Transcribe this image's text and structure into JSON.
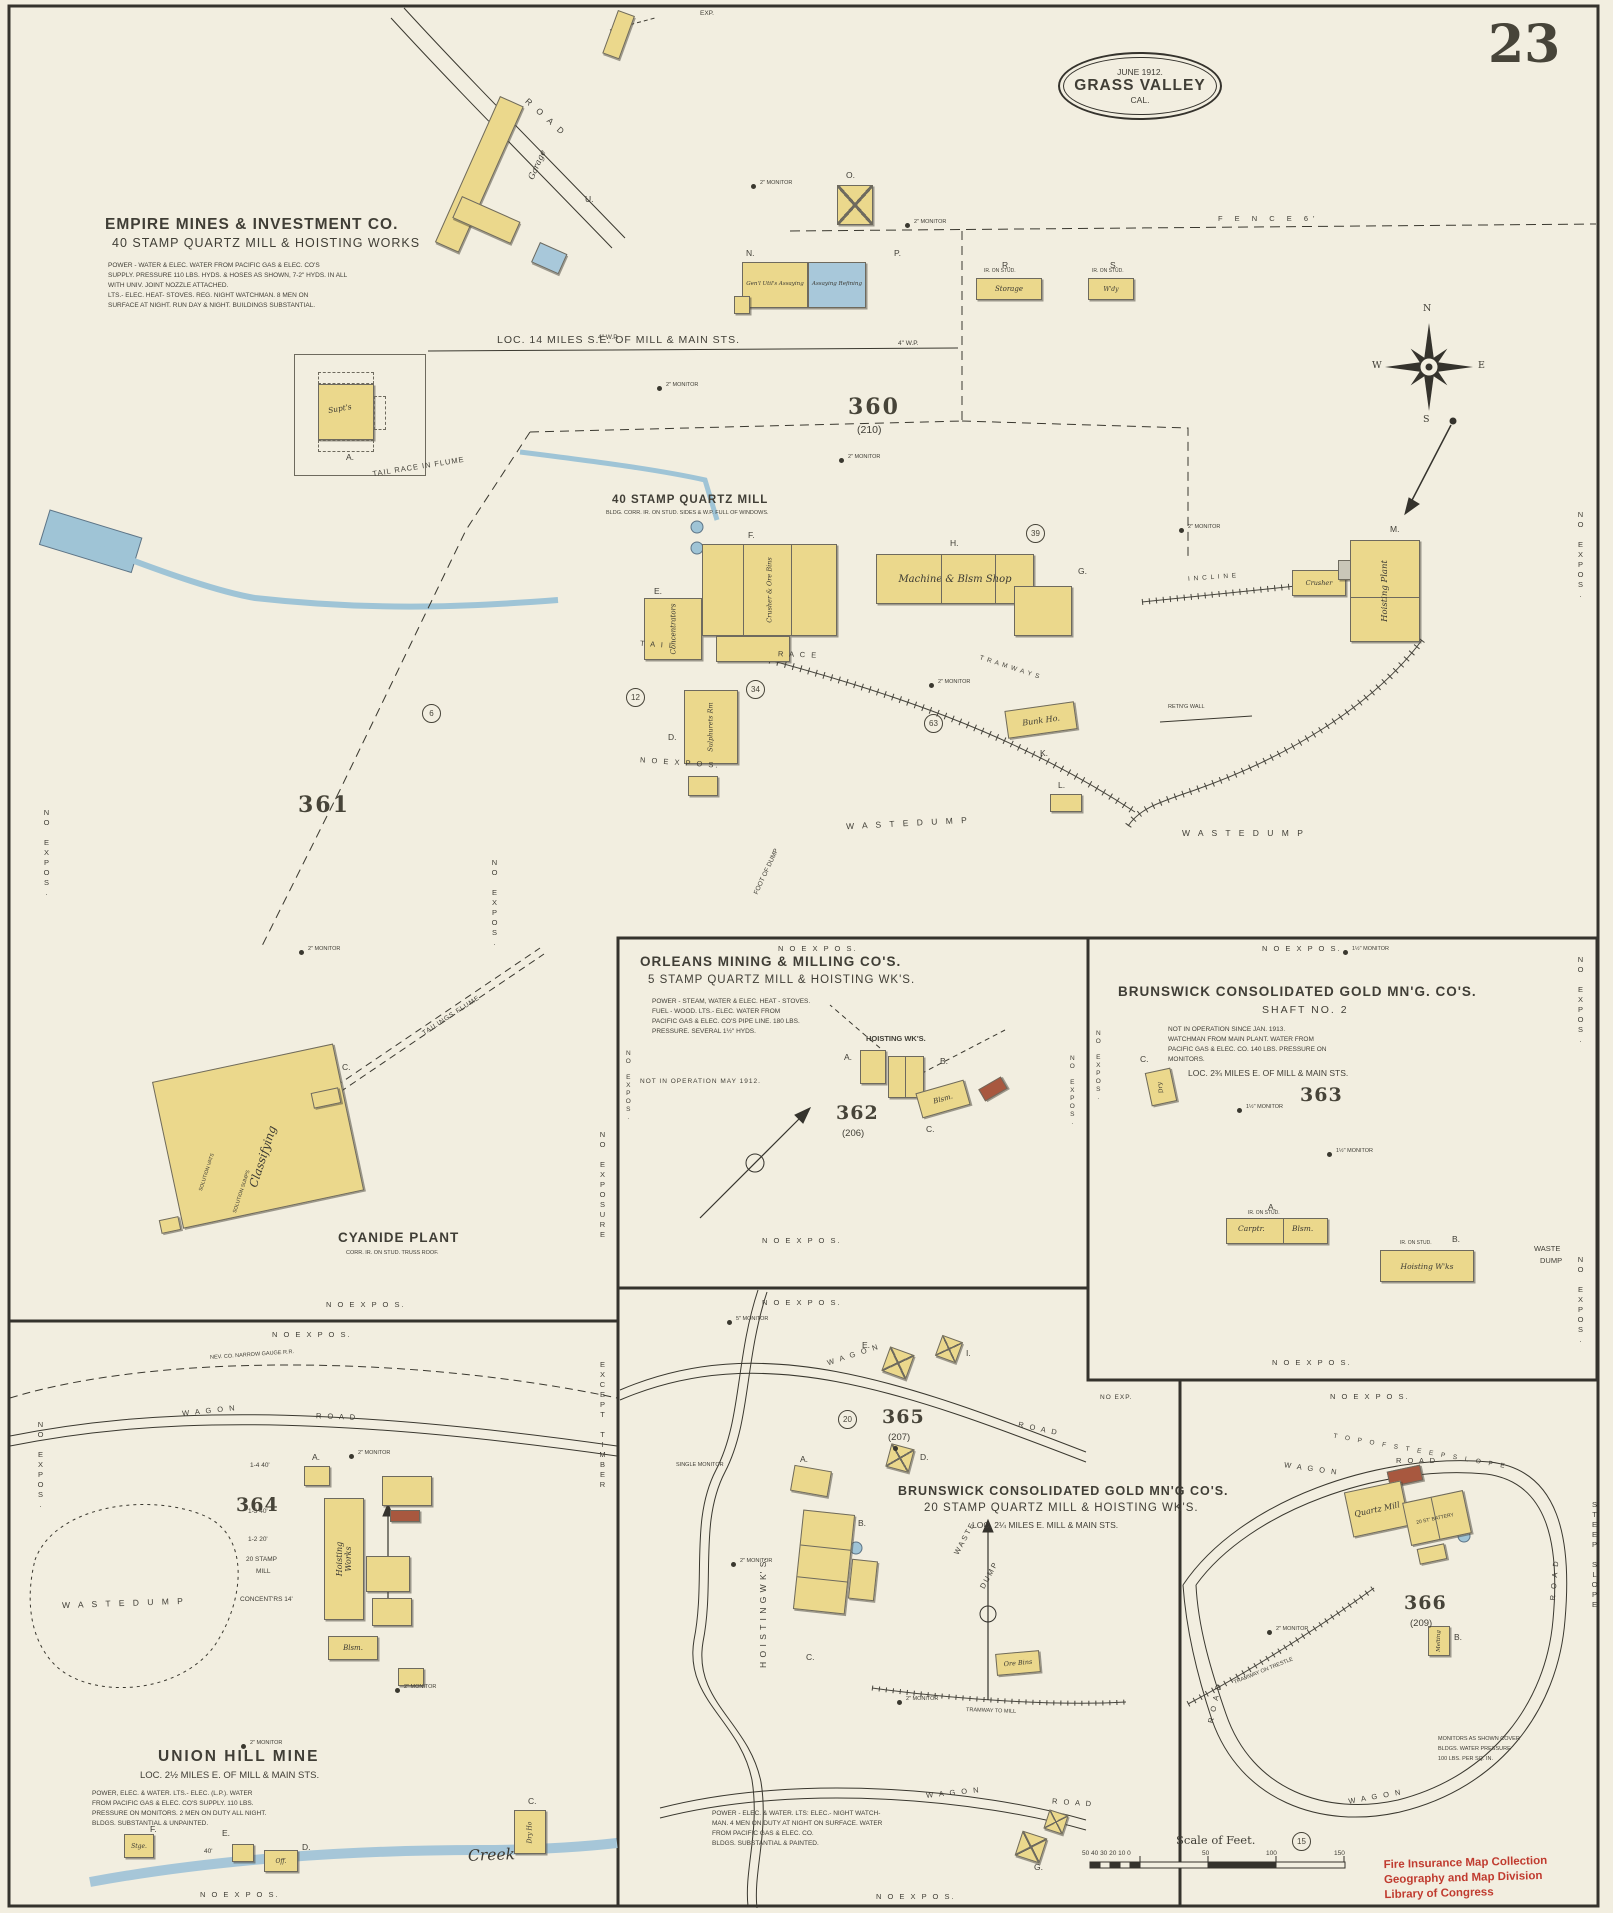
{
  "page": {
    "sheet_number": "23",
    "badge_date": "JUNE 1912.",
    "badge_city": "GRASS VALLEY",
    "badge_state": "CAL."
  },
  "compass": {
    "n": "N",
    "e": "E",
    "s": "S",
    "w": "W"
  },
  "stamp": {
    "line1": "Fire Insurance Map Collection",
    "line2": "Geography and Map Division",
    "line3": "Library of Congress"
  },
  "scale": {
    "title": "Scale of Feet.",
    "fine": "50 40 30 20 10 0",
    "t50": "50",
    "t100": "100",
    "t150": "150"
  },
  "common": {
    "no_expos": "N O   E X P O S.",
    "no_expos_plain": "NO EXPOS.",
    "no_exp": "NO EXP.",
    "no_exposure_plain": "NO EXPOSURE",
    "except_timber_plain": "EXCEPT TIMBER",
    "steep_slope_plain": "STEEP SLOPE",
    "waste_dump": "W A S T E   D U M P",
    "waste_sm": "WASTE",
    "dump_sm": "DUMP",
    "wagon": "W A G O N",
    "road": "R O A D",
    "creek": "Creek",
    "fence": "F E N C E   6'",
    "monitor2": "2\" MONITOR",
    "monitor15": "1½\" MONITOR",
    "monitor5": "5\" MONITOR",
    "single_monitor": "SINGLE MONITOR",
    "iron_stud": "IR. ON STUD.",
    "exp": "EXP.",
    "rr": "NEV. CO. NARROW GAUGE R.R.",
    "tramway_to_mill": "TRAMWAY TO MILL"
  },
  "empire": {
    "title": "EMPIRE MINES & INVESTMENT CO.",
    "subtitle": "40 STAMP QUARTZ MILL & HOISTING WORKS",
    "notes": [
      "POWER - WATER & ELEC. WATER FROM PACIFIC GAS & ELEC. CO'S",
      "SUPPLY. PRESSURE 110 LBS. HYDS. & HOSES AS SHOWN, 7-2\" HYDS. IN ALL",
      "WITH UNIV. JOINT NOZZLE ATTACHED.",
      "LTS.- ELEC.  HEAT- STOVES.  REG. NIGHT WATCHMAN. 8 MEN ON",
      "SURFACE AT NIGHT. RUN DAY & NIGHT. BUILDINGS SUBSTANTIAL."
    ],
    "location": "LOC. 14 MILES S.E. OF MILL & MAIN STS.",
    "num_360": "360",
    "num_360_sub": "(210)",
    "num_361": "361",
    "mill_heading": "40 STAMP QUARTZ MILL",
    "mill_subheading": "BLDG. CORR. IR. ON STUD. SIDES & W.P. FULL OF WINDOWS.",
    "bldg": {
      "garage": "Garage",
      "storage": "Storage",
      "wdy": "W'dy",
      "genl_utils": "Gen'l Util's Assaying",
      "assaying": "Assaying Refining",
      "machine_shop": "Machine & Blsm Shop",
      "hoisting_plant": "Hoisting Plant",
      "crusher": "Crusher",
      "concentrators": "Concentrators",
      "sulphurets": "Sulphurets Rm",
      "bunk_ho": "Bunk Ho.",
      "supts": "Supt's",
      "ore_bins": "Crusher & Ore Bins"
    },
    "letters": {
      "u": "U.",
      "o": "O.",
      "n": "N.",
      "p": "P.",
      "r": "R.",
      "s": "S.",
      "a": "A.",
      "e": "E.",
      "f": "F.",
      "d": "D.",
      "h": "H.",
      "g": "G.",
      "k": "K.",
      "l": "L.",
      "m": "M."
    },
    "misc": {
      "tail_race_in_flume": "TAIL RACE IN FLUME",
      "tail": "T A I L",
      "race": "R A C E",
      "tramways": "T R A M W A Y S",
      "incline": "I N C L I N E",
      "retng_wall": "RETN'G WALL",
      "foot_of_dump": "FOOT OF DUMP",
      "wp4": "4\" W.P."
    },
    "circles": {
      "c12": "12",
      "c34": "34",
      "c39": "39",
      "c63": "63",
      "c6": "6"
    }
  },
  "cyanide": {
    "title": "CYANIDE PLANT",
    "subtitle": "CORR. IR. ON STUD. TRUSS ROOF.",
    "classifying": "Classifying",
    "solution_vats": "SOLUTION VATS",
    "solution_sumps": "SOLUTION SUMPS",
    "tailings_flume": "TAILINGS FLUME",
    "letter_c": "C."
  },
  "orleans": {
    "title": "ORLEANS MINING & MILLING CO'S.",
    "subtitle": "5 STAMP QUARTZ MILL & HOISTING WK'S.",
    "notes": [
      "POWER - STEAM, WATER & ELEC.  HEAT - STOVES.",
      "FUEL - WOOD.  LTS.- ELEC.  WATER FROM",
      "PACIFIC GAS & ELEC. CO'S PIPE LINE. 180 LBS.",
      "PRESSURE.  SEVERAL 1½\" HYDS."
    ],
    "not_in_operation": "NOT IN OPERATION MAY 1912.",
    "num": "362",
    "num_sub": "(206)",
    "hoisting": "HOISTING WK'S.",
    "blsm": "Blsm.",
    "letters": {
      "a": "A.",
      "b": "B.",
      "c": "C."
    }
  },
  "brunswick2": {
    "title": "BRUNSWICK CONSOLIDATED GOLD MN'G. CO'S.",
    "subtitle": "SHAFT  NO. 2",
    "notes": [
      "NOT IN OPERATION SINCE JAN. 1913.",
      "WATCHMAN FROM MAIN PLANT.  WATER FROM",
      "PACIFIC GAS & ELEC. CO.  140 LBS. PRESSURE ON",
      "MONITORS."
    ],
    "location": "LOC. 2¾ MILES E. OF MILL & MAIN STS.",
    "num": "363",
    "carptr": "Carptr.",
    "blsm": "Blsm.",
    "hoisting_wks": "Hoisting W'ks",
    "dry": "Dry",
    "letters": {
      "a": "A.",
      "b": "B.",
      "c": "C."
    }
  },
  "union_hill": {
    "title": "UNION HILL MINE",
    "location": "LOC. 2½ MILES E. OF MILL & MAIN STS.",
    "notes": [
      "POWER, ELEC. & WATER. LTS.- ELEC. (L.P.). WATER",
      "FROM PACIFIC GAS & ELEC. CO'S SUPPLY. 110 LBS.",
      "PRESSURE ON MONITORS. 2 MEN ON DUTY ALL NIGHT.",
      "BLDGS. SUBSTANTIAL & UNPAINTED."
    ],
    "num": "364",
    "hoisting_works": "Hoisting Works",
    "blsm": "Blsm.",
    "stge": "Stge.",
    "off": "Off.",
    "dry_ho": "Dry Ho",
    "mill_lines": [
      "1-4  40'",
      "1-3  40'",
      "1-2  20'",
      "20 STAMP",
      "MILL",
      "CONCENT'RS  14'"
    ],
    "letters": {
      "a": "A.",
      "c": "C.",
      "d": "D.",
      "e": "E.",
      "f": "F."
    },
    "dims": {
      "d40": "40'"
    }
  },
  "brunswick_mill": {
    "title": "BRUNSWICK CONSOLIDATED GOLD MN'G CO'S.",
    "subtitle": "20 STAMP QUARTZ MILL & HOISTING WK'S.",
    "location": "LOC. 2¼ MILES E. MILL & MAIN STS.",
    "notes": [
      "POWER - ELEC. & WATER. LTS: ELEC.- NIGHT WATCH-",
      "MAN. 4 MEN ON DUTY AT NIGHT ON SURFACE. WATER",
      "FROM PACIFIC GAS & ELEC. CO.",
      "BLDGS. SUBSTANTIAL & PAINTED."
    ],
    "num_365": "365",
    "num_365_sub": "(207)",
    "num_366": "366",
    "num_366_sub": "(209)",
    "hoisting_wks": "H O I S T I N G   W K' S.",
    "ore_bins": "Ore Bins",
    "quartz_mill": "Quartz Mill",
    "melting": "Melting",
    "battery": "20 ST' BATTERY",
    "tramway_trestle": "TRAMWAY ON TRESTLE",
    "top_of_steep": "T O P   O F   S T E E P   S L O P E",
    "monitors_note": [
      "MONITORS AS SHOWN COVER",
      "BLDGS. WATER PRESSURE",
      "100 LBS. PER SQ. IN."
    ],
    "letters": {
      "a": "A.",
      "b": "B.",
      "c": "C.",
      "d": "D.",
      "e": "E.",
      "g": "G.",
      "i": "I."
    },
    "circ20": "20",
    "circ15": "15"
  }
}
